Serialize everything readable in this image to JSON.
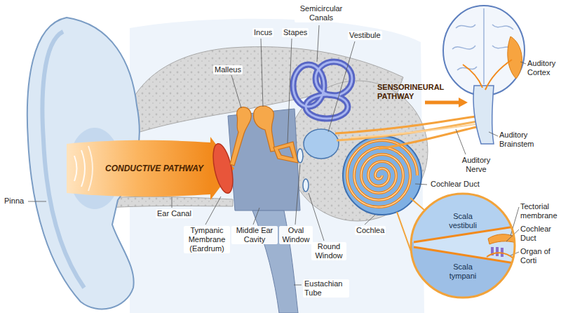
{
  "diagram": {
    "nodes": [
      {
        "text": [
          "Scala vestibuli",
          "Scala tympani"
        ]
      }
    ],
    "labels": [
      "Semicircular Canals",
      "Incus",
      "Stapes",
      "Vestibule",
      "Malleus",
      "SENSORINEURAL PATHWAY",
      "Auditory Cortex",
      "Auditory Brainstem",
      "Auditory Nerve",
      "CONDUCTIVE PATHWAY",
      "Cochlear Duct",
      "Pinna",
      "Ear Canal",
      "Tympanic Membrane (Eardrum)",
      "Middle Ear Cavity",
      "Oval Window",
      "Round Window",
      "Cochlea",
      "Eustachian Tube",
      "Tectorial membrane",
      "Cochlear Duct",
      "Organ of Corti"
    ]
  }
}
